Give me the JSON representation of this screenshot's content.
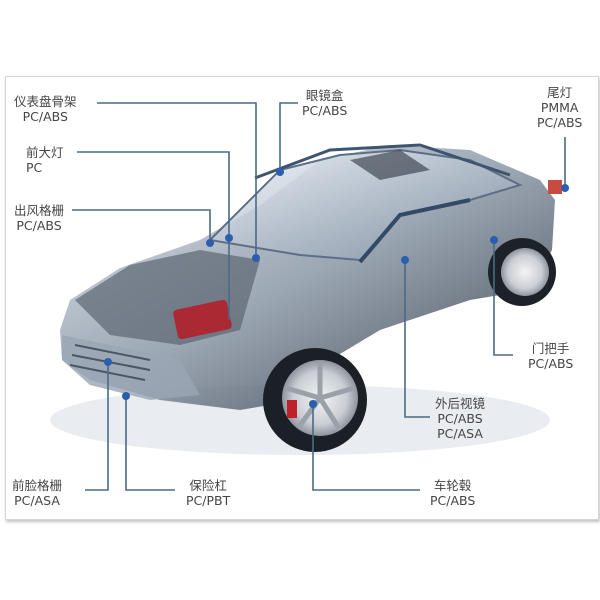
{
  "diagram": {
    "subject": "transparent car cutaway showing plastic parts",
    "line_color": "#4a6a85",
    "dot_color": "#2a5fb0",
    "text_color": "#454545",
    "callouts": [
      {
        "id": "dashboard-frame",
        "name": "仪表盘骨架",
        "materials": [
          "PC/ABS"
        ]
      },
      {
        "id": "glasses-box",
        "name": "眼镜盒",
        "materials": [
          "PC/ABS"
        ]
      },
      {
        "id": "tail-light",
        "name": "尾灯",
        "materials": [
          "PMMA",
          "PC/ABS"
        ]
      },
      {
        "id": "headlight",
        "name": "前大灯",
        "materials": [
          "PC"
        ]
      },
      {
        "id": "air-vent-grille",
        "name": "出风格栅",
        "materials": [
          "PC/ABS"
        ]
      },
      {
        "id": "door-handle",
        "name": "门把手",
        "materials": [
          "PC/ABS"
        ]
      },
      {
        "id": "exterior-mirror",
        "name": "外后视镜",
        "materials": [
          "PC/ABS",
          "PC/ASA"
        ]
      },
      {
        "id": "front-grille",
        "name": "前脸格栅",
        "materials": [
          "PC/ASA"
        ]
      },
      {
        "id": "bumper",
        "name": "保险杠",
        "materials": [
          "PC/PBT"
        ]
      },
      {
        "id": "wheel-hub",
        "name": "车轮毂",
        "materials": [
          "PC/ABS"
        ]
      }
    ]
  }
}
